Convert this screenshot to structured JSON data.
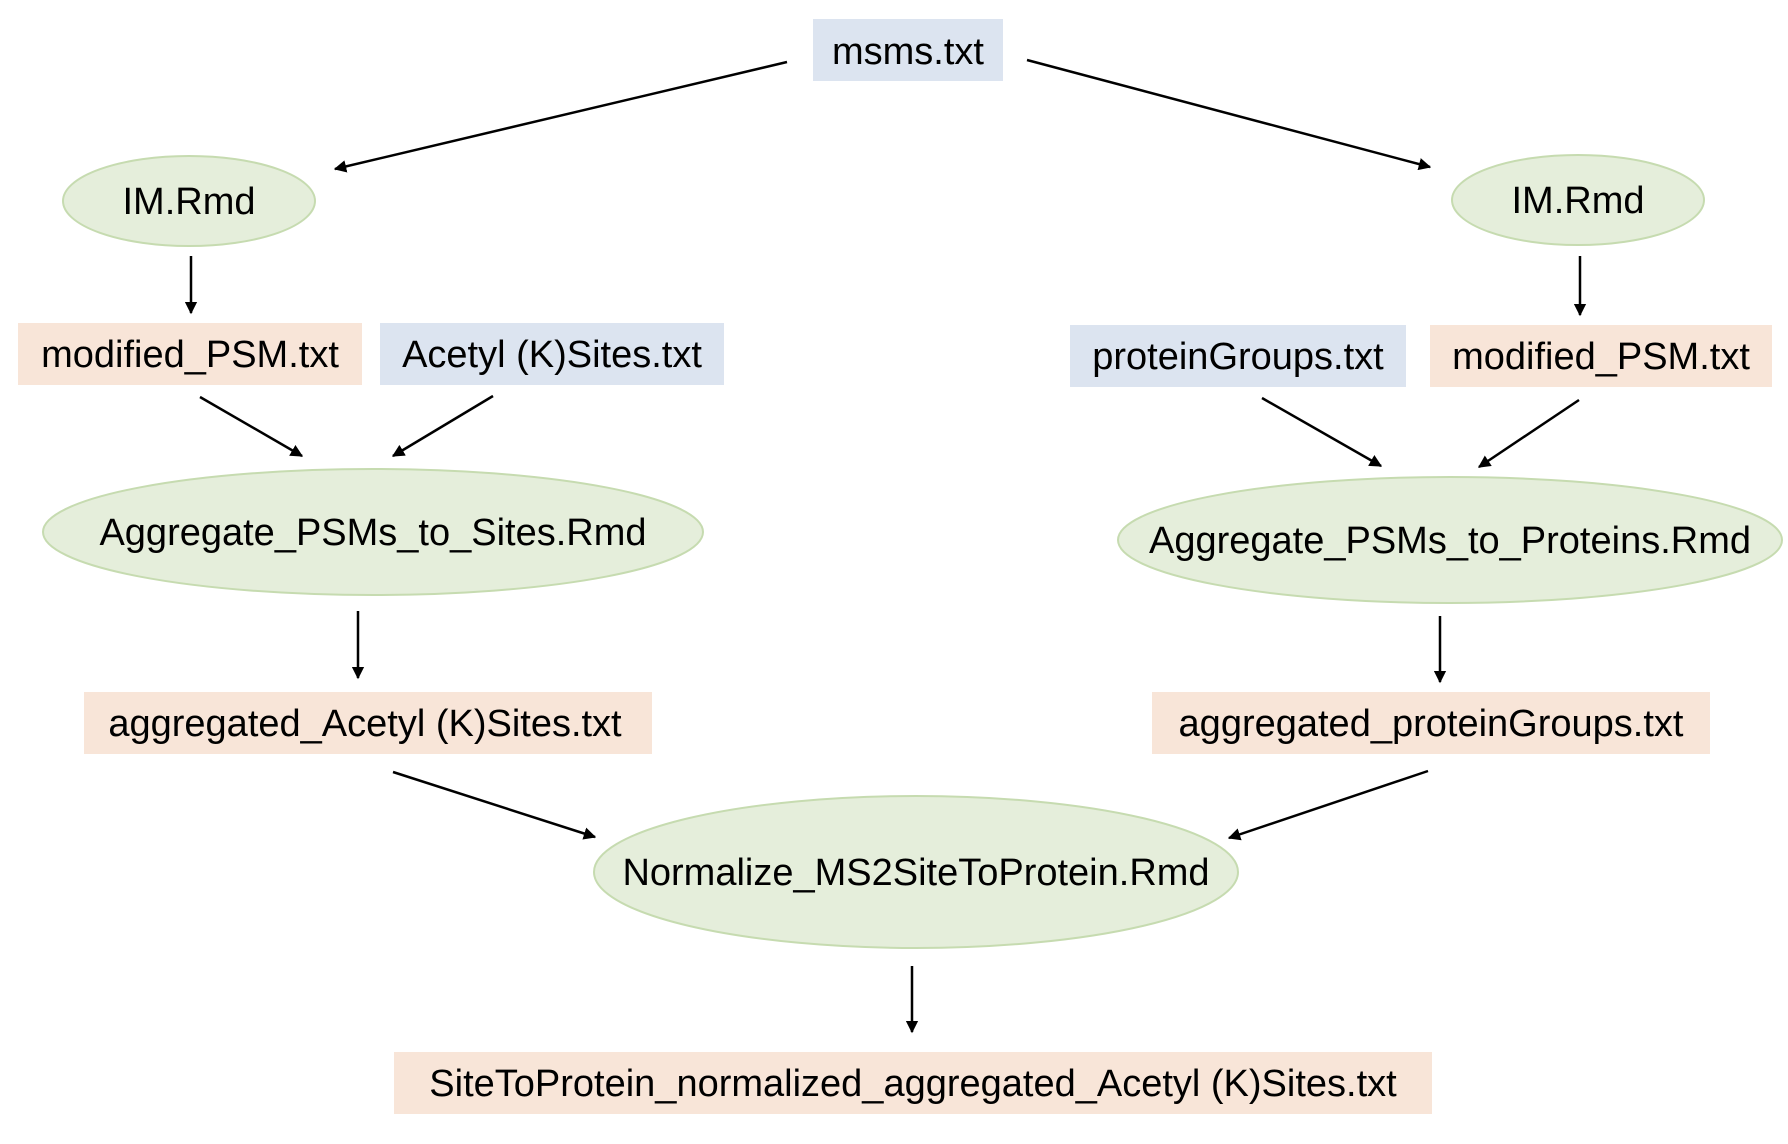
{
  "colors": {
    "input_file_fill": "#dce4f0",
    "output_file_fill": "#f8e5d8",
    "script_fill": "#e5eedb",
    "script_stroke": "#c6dbb0",
    "edge": "#000000"
  },
  "nodes": {
    "msms": {
      "label": "msms.txt",
      "kind": "input"
    },
    "im_left": {
      "label": "IM.Rmd",
      "kind": "script"
    },
    "im_right": {
      "label": "IM.Rmd",
      "kind": "script"
    },
    "modpsm_left": {
      "label": "modified_PSM.txt",
      "kind": "output"
    },
    "acetyl_sites": {
      "label": "Acetyl (K)Sites.txt",
      "kind": "input"
    },
    "protein_groups": {
      "label": "proteinGroups.txt",
      "kind": "input"
    },
    "modpsm_right": {
      "label": "modified_PSM.txt",
      "kind": "output"
    },
    "agg_sites_rmd": {
      "label": "Aggregate_PSMs_to_Sites.Rmd",
      "kind": "script"
    },
    "agg_proteins_rmd": {
      "label": "Aggregate_PSMs_to_Proteins.Rmd",
      "kind": "script"
    },
    "agg_acetyl_txt": {
      "label": "aggregated_Acetyl (K)Sites.txt",
      "kind": "output"
    },
    "agg_protein_groups_txt": {
      "label": "aggregated_proteinGroups.txt",
      "kind": "output"
    },
    "normalize_rmd": {
      "label": "Normalize_MS2SiteToProtein.Rmd",
      "kind": "script"
    },
    "final_output": {
      "label": "SiteToProtein_normalized_aggregated_Acetyl (K)Sites.txt",
      "kind": "output"
    }
  },
  "edges": [
    {
      "from": "msms",
      "to": "im_left"
    },
    {
      "from": "msms",
      "to": "im_right"
    },
    {
      "from": "im_left",
      "to": "modpsm_left"
    },
    {
      "from": "im_right",
      "to": "modpsm_right"
    },
    {
      "from": "modpsm_left",
      "to": "agg_sites_rmd"
    },
    {
      "from": "acetyl_sites",
      "to": "agg_sites_rmd"
    },
    {
      "from": "protein_groups",
      "to": "agg_proteins_rmd"
    },
    {
      "from": "modpsm_right",
      "to": "agg_proteins_rmd"
    },
    {
      "from": "agg_sites_rmd",
      "to": "agg_acetyl_txt"
    },
    {
      "from": "agg_proteins_rmd",
      "to": "agg_protein_groups_txt"
    },
    {
      "from": "agg_acetyl_txt",
      "to": "normalize_rmd"
    },
    {
      "from": "agg_protein_groups_txt",
      "to": "normalize_rmd"
    },
    {
      "from": "normalize_rmd",
      "to": "final_output"
    }
  ]
}
